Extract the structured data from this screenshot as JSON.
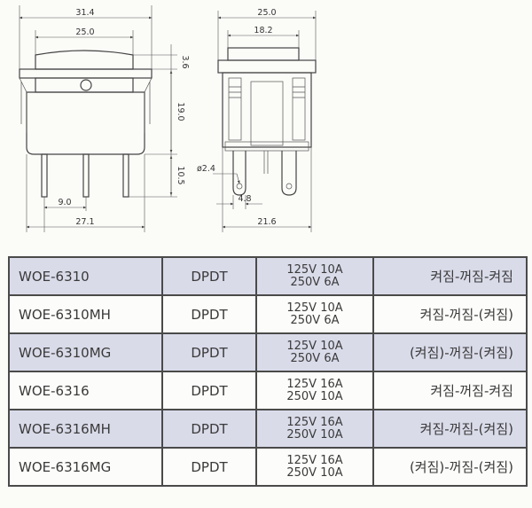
{
  "dimensions": {
    "front_total_width": "31.4",
    "front_cap_width": "25.0",
    "cap_height": "3.6",
    "body_height": "19.0",
    "terminal_length": "10.5",
    "terminal_pitch": "9.0",
    "front_base_width": "27.1",
    "side_total_width": "25.0",
    "side_inner_width": "18.2",
    "hole_diameter": "ø2.4",
    "terminal_width": "4.8",
    "side_base_width": "21.6"
  },
  "table": {
    "rows": [
      {
        "model": "WOE-6310",
        "type": "DPDT",
        "rating_1": "125V  10A",
        "rating_2": "250V    6A",
        "mode": "켜짐-꺼짐-켜짐"
      },
      {
        "model": "WOE-6310MH",
        "type": "DPDT",
        "rating_1": "125V  10A",
        "rating_2": "250V    6A",
        "mode": "켜짐-꺼짐-(켜짐)"
      },
      {
        "model": "WOE-6310MG",
        "type": "DPDT",
        "rating_1": "125V  10A",
        "rating_2": "250V    6A",
        "mode": "(켜짐)-꺼짐-(켜짐)"
      },
      {
        "model": "WOE-6316",
        "type": "DPDT",
        "rating_1": "125V  16A",
        "rating_2": "250V  10A",
        "mode": "켜짐-꺼짐-켜짐"
      },
      {
        "model": "WOE-6316MH",
        "type": "DPDT",
        "rating_1": "125V  16A",
        "rating_2": "250V  10A",
        "mode": "켜짐-꺼짐-(켜짐)"
      },
      {
        "model": "WOE-6316MG",
        "type": "DPDT",
        "rating_1": "125V  16A",
        "rating_2": "250V  10A",
        "mode": "(켜짐)-꺼짐-(켜짐)"
      }
    ]
  },
  "colors": {
    "shaded_row": "#d9dbe9",
    "plain_row": "#fcfcfa",
    "line": "#444444"
  }
}
